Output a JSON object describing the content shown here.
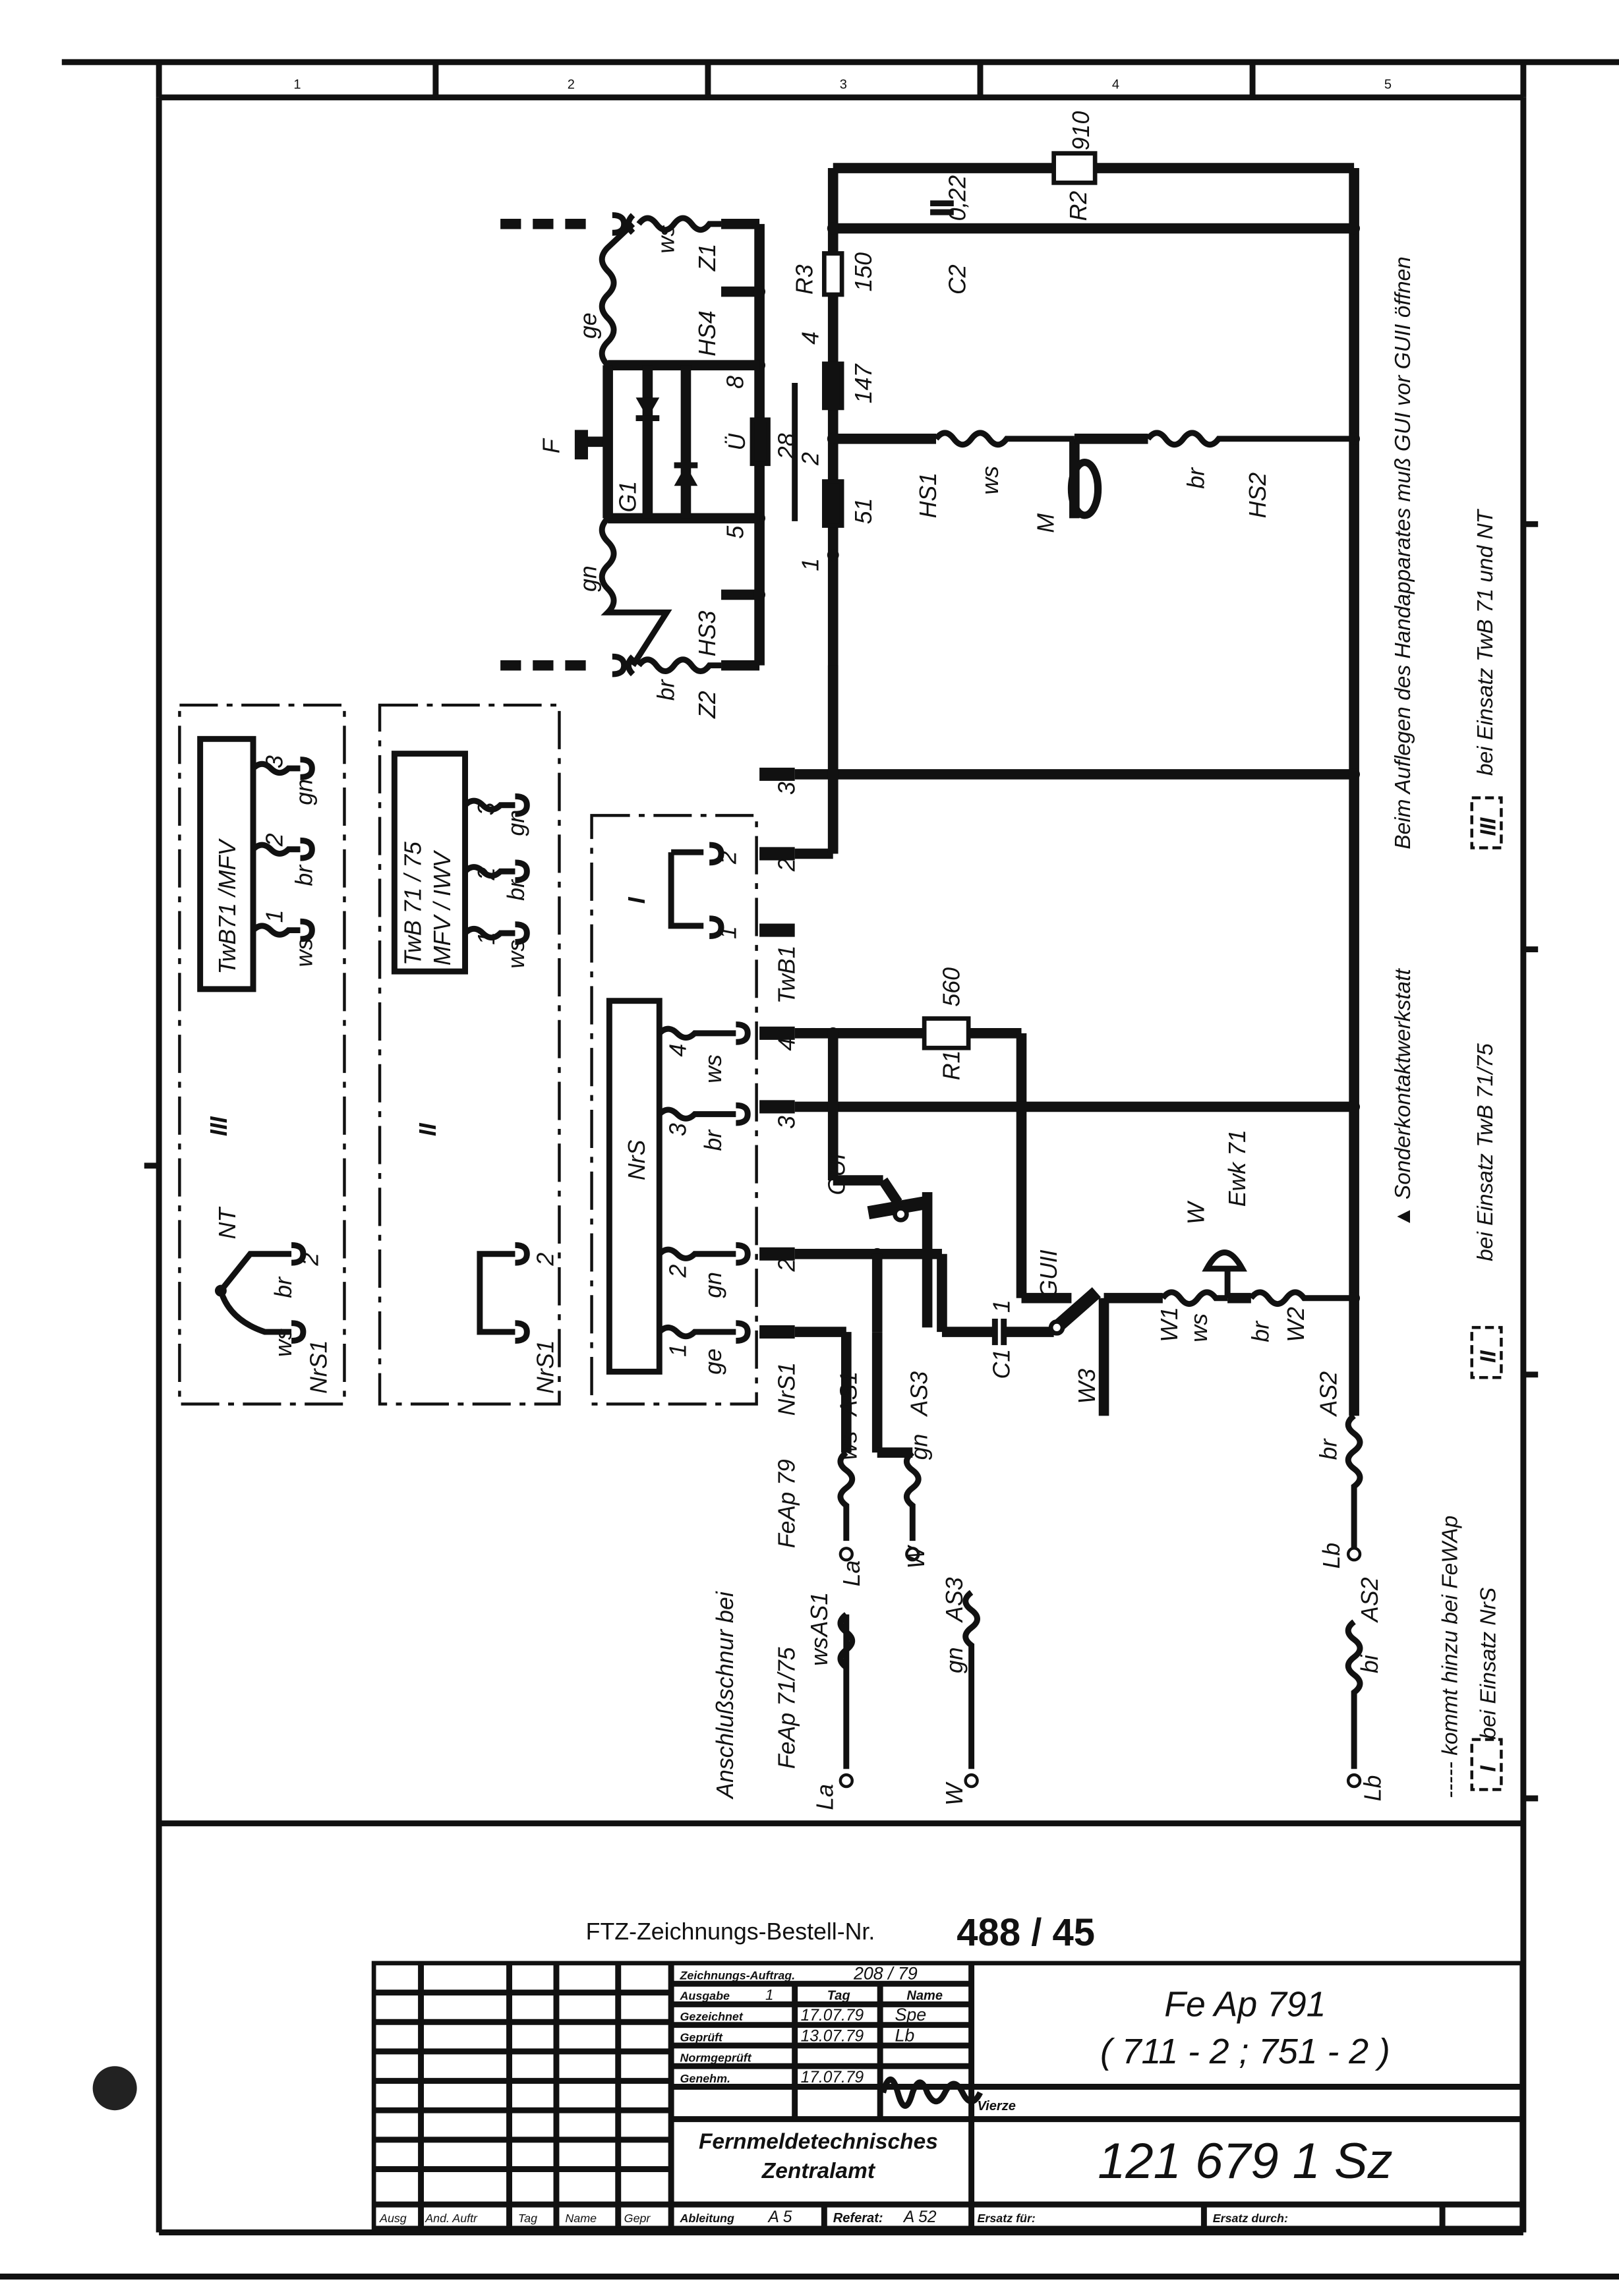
{
  "frame": {
    "columns": [
      "1",
      "2",
      "3",
      "4",
      "5"
    ],
    "roman": [
      "I",
      "II",
      "III"
    ]
  },
  "modules": {
    "III": {
      "title": "TwB71 /MFV",
      "wires": [
        {
          "num": "1",
          "color": "ws"
        },
        {
          "num": "2",
          "color": "br"
        },
        {
          "num": "3",
          "color": "gn"
        }
      ],
      "nt": "NT",
      "nt_num": "2",
      "nt_br": "br",
      "nt_ws": "ws",
      "nrs1": "NrS1",
      "roman": "III"
    },
    "II": {
      "title_line1": "TwB 71 / 75",
      "title_line2": "MFV / IWV",
      "wires": [
        {
          "num": "1",
          "color": "ws"
        },
        {
          "num": "2",
          "color": "br"
        },
        {
          "num": "3",
          "color": "gn"
        }
      ],
      "nrs1": "NrS1",
      "num2": "2",
      "roman": "II"
    },
    "I": {
      "box": "NrS",
      "wires": [
        {
          "num": "1",
          "color": "ge"
        },
        {
          "num": "2",
          "color": "gn"
        },
        {
          "num": "3",
          "color": "br"
        },
        {
          "num": "4",
          "color": "ws"
        }
      ],
      "roman": "I",
      "c1": "1",
      "c2": "2"
    }
  },
  "terminals": [
    "NrS1",
    "2",
    "3",
    "4",
    "TwB1",
    "2",
    "3"
  ],
  "components": {
    "R1": {
      "name": "R1",
      "value": "560"
    },
    "R2": {
      "name": "R2",
      "value": "910"
    },
    "R3": {
      "name": "R3",
      "value": "150"
    },
    "C1": {
      "name": "C1",
      "value": "1"
    },
    "C2": {
      "name": "C2",
      "value": "0,22"
    },
    "U": {
      "name": "Ü",
      "value": "28",
      "w147": "147",
      "w51": "51",
      "p1": "1",
      "p2": "2",
      "p4": "4",
      "p5": "5",
      "p8": "8"
    },
    "GUI": "GUI",
    "GUII": "GUII",
    "M": "M",
    "W": "W",
    "Ewk": "Ewk 71",
    "F": "F",
    "G1": "G1"
  },
  "connectors": {
    "HS1": "HS1",
    "HS2": "HS2",
    "HS3": "HS3",
    "HS4": "HS4",
    "Z1": "Z1",
    "Z2": "Z2",
    "W1": "W1",
    "W2": "W2",
    "W3": "W3",
    "AS1": "AS1",
    "AS2": "AS2",
    "AS3": "AS3",
    "La": "La",
    "Lb": "Lb",
    "Wt": "W",
    "ws": "ws",
    "br": "br",
    "gn": "gn",
    "ge": "ge",
    "bi": "bi"
  },
  "anschluss": {
    "title": "Anschlußschnur   bei",
    "fe79": "FeAp 79",
    "fe7175": "FeAp 71/75"
  },
  "notes": {
    "sonder": "▲ Sonderkontaktwerkstatt",
    "auflegen": "Beim  Auflegen  des  Handapparates  muß GUI vor GUII öffnen",
    "einsatz_twb7175": "bei  Einsatz  TwB 71/75",
    "einsatz_twb71_nt": "bei  Einsatz  TwB 71  und  NT",
    "kommt": "----- kommt  hinzu  bei  FeWAp",
    "einsatz_nrs": "bei  Einsatz  NrS",
    "legend_I": "I",
    "legend_II": "II",
    "legend_III": "III"
  },
  "titleblock": {
    "order_label": "FTZ-Zeichnungs-Bestell-Nr.",
    "order_number": "488  / 45",
    "auftrag_label": "Zeichnungs-Auftrag.",
    "auftrag_value": "208 / 79",
    "ausgabe_label": "Ausgabe",
    "ausgabe_value": "1",
    "tag_label": "Tag",
    "name_label": "Name",
    "gezeichnet_label": "Gezeichnet",
    "gezeichnet_tag": "17.07.79",
    "gezeichnet_name": "Spe",
    "geprueft_label": "Geprüft",
    "geprueft_tag": "13.07.79",
    "geprueft_name": "Lb",
    "norm_label": "Normgeprüft",
    "genehm_label": "Genehm.",
    "genehm_tag": "17.07.79",
    "genehm_name": "Vierze",
    "office_line1": "Fernmeldetechnisches",
    "office_line2": "Zentralamt",
    "title_line1": "Fe Ap   791",
    "title_line2": "( 711 - 2 ;  751 - 2 )",
    "drawing_number": "121  679  1 Sz",
    "rev_cols": [
      "Ausg",
      "And. Auftr",
      "Tag",
      "Name",
      "Gepr"
    ],
    "ableitung_label": "Ableitung",
    "ableitung_value": "A 5",
    "referat_label": "Referat:",
    "referat_value": "A 52",
    "ersatz_fuer": "Ersatz für:",
    "ersatz_durch": "Ersatz durch:"
  }
}
